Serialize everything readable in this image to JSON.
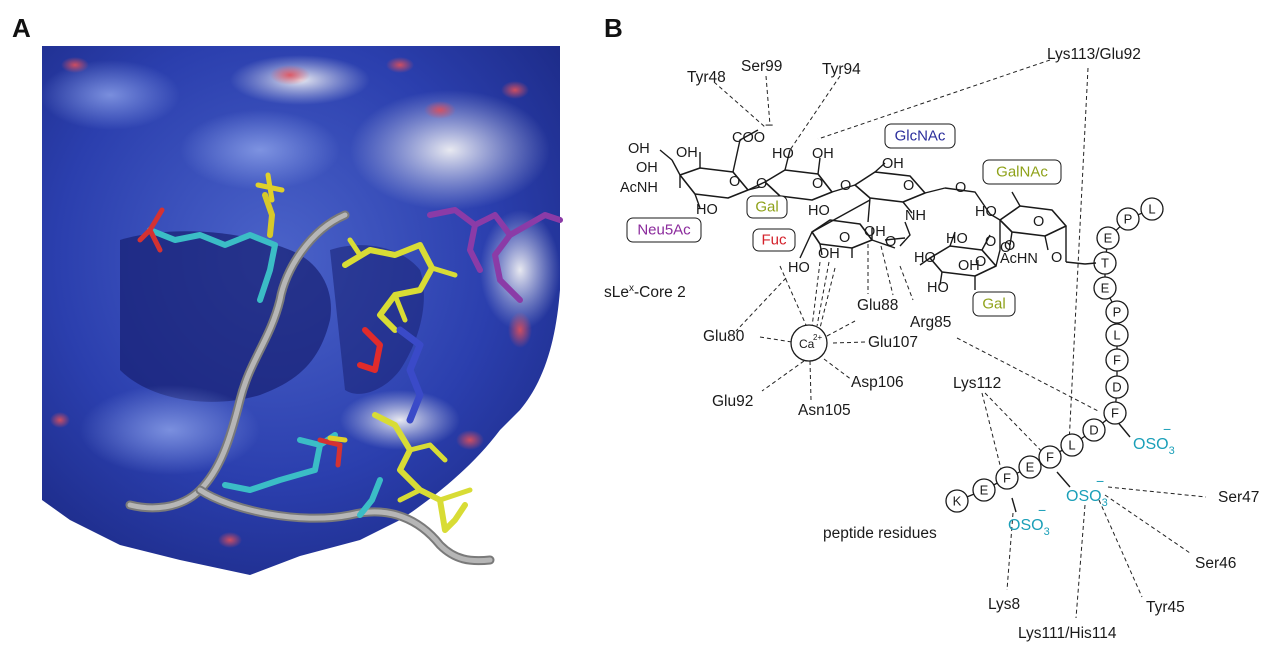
{
  "panels": {
    "a": "A",
    "b": "B"
  },
  "tags": {
    "neu5ac": "Neu5Ac",
    "gal1": "Gal",
    "fuc": "Fuc",
    "glcnac": "GlcNAc",
    "galnac": "GalNAc",
    "gal2": "Gal"
  },
  "colors": {
    "neu5ac": "#8b2a9c",
    "gal": "#8fa21a",
    "fuc": "#d4202a",
    "glcnac": "#2b2e9c",
    "galnac": "#8fa21a",
    "sulfate": "#1a9fb8"
  },
  "labels": {
    "structure_name": "sLe",
    "structure_sup": "x",
    "structure_suffix": "-Core 2",
    "peptide_residues": "peptide residues",
    "calcium": "Ca",
    "calcium_charge": "2+"
  },
  "residues": {
    "tyr48": "Tyr48",
    "ser99": "Ser99",
    "tyr94": "Tyr94",
    "lys113_glu92": "Lys113/Glu92",
    "glu88": "Glu88",
    "arg85": "Arg85",
    "glu80": "Glu80",
    "glu107": "Glu107",
    "glu92": "Glu92",
    "asp106": "Asp106",
    "asn105": "Asn105",
    "lys112": "Lys112",
    "ser47": "Ser47",
    "ser46": "Ser46",
    "tyr45": "Tyr45",
    "lys111_his114": "Lys111/His114",
    "lys8": "Lys8"
  },
  "atoms": {
    "oh": "OH",
    "ho": "HO",
    "acnh": "AcNH",
    "achn": "AcHN",
    "nh": "NH",
    "o": "O",
    "coo": "COO",
    "minus": "−",
    "oso3": "OSO",
    "sub3": "3"
  },
  "peptide": [
    "K",
    "E",
    "F",
    "E",
    "F",
    "L",
    "D",
    "F",
    "D",
    "F",
    "L",
    "P",
    "E",
    "T",
    "E",
    "P",
    "L"
  ]
}
